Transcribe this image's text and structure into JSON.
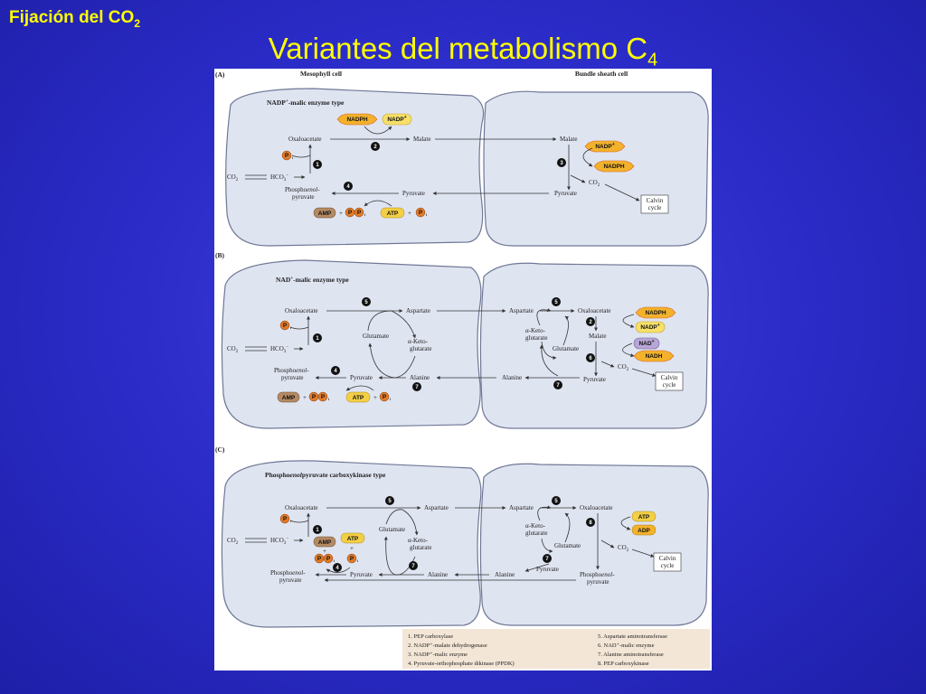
{
  "slide": {
    "corner_title": "Fijación del CO",
    "corner_sub": "2",
    "title": "Variantes del metabolismo C",
    "title_sub": "4"
  },
  "figure": {
    "mesophyll_cell": "Mesophyll cell",
    "bundle_sheath_cell": "Bundle sheath cell",
    "panels": {
      "a": {
        "label": "(A)",
        "type": "NADP",
        "type_sup": "+",
        "type_rest": "-malic enzyme type"
      },
      "b": {
        "label": "(B)",
        "type": "NAD",
        "type_sup": "+",
        "type_rest": "-malic enzyme type"
      },
      "c": {
        "label": "(C)",
        "type_a": "Phospho",
        "type_b": "enol",
        "type_c": "pyruvate carboxykinase type"
      }
    },
    "compounds": {
      "oxaloacetate": "Oxaloacetate",
      "malate": "Malate",
      "pyruvate": "Pyruvate",
      "phospho": "Phospho",
      "enol": "enol",
      "pyruvate_dash": "-",
      "pyruvate_line2": "pyruvate",
      "co2": "CO",
      "co2_sub": "2",
      "hco3": "HCO",
      "hco3_sub": "3",
      "hco3_sup": "−",
      "calvin_1": "Calvin",
      "calvin_2": "cycle",
      "aspartate": "Aspartate",
      "alanine": "Alanine",
      "glutamate": "Glutamate",
      "keto_1": "α-Keto-",
      "keto_2": "glutarate",
      "plus": "+"
    },
    "cofactors": {
      "nadph": "NADPH",
      "nadp": "NADP",
      "nad": "NAD",
      "nadh": "NADH",
      "plus_sup": "+",
      "amp": "AMP",
      "atp": "ATP",
      "adp": "ADP",
      "p": "P",
      "pi_sub": "i"
    },
    "steps": [
      "1",
      "2",
      "3",
      "4",
      "5",
      "6",
      "7",
      "8"
    ],
    "legend": [
      "1. PEP carboxylase",
      "2. NADP⁺-malate dehydrogenase",
      "3. NADP⁺-malic enzyme",
      "4. Pyruvate-orthophosphate dikinase (PPDK)",
      "5. Aspartate aminotransferase",
      "6. NAD⁺-malic enzyme",
      "7. Alanine aminotransferase",
      "8. PEP carboxykinase"
    ],
    "colors": {
      "background": "#2a2bc6",
      "title": "#ffff00",
      "cell_fill": "#dfe4f1",
      "nadph_pill": "#f2b22c",
      "nad_pill": "#b7a6d6",
      "p_circle": "#e07a28",
      "amp_pill": "#b48a64",
      "atp_pill": "#f2cf45",
      "legend_fill": "#f3e6d6"
    }
  }
}
